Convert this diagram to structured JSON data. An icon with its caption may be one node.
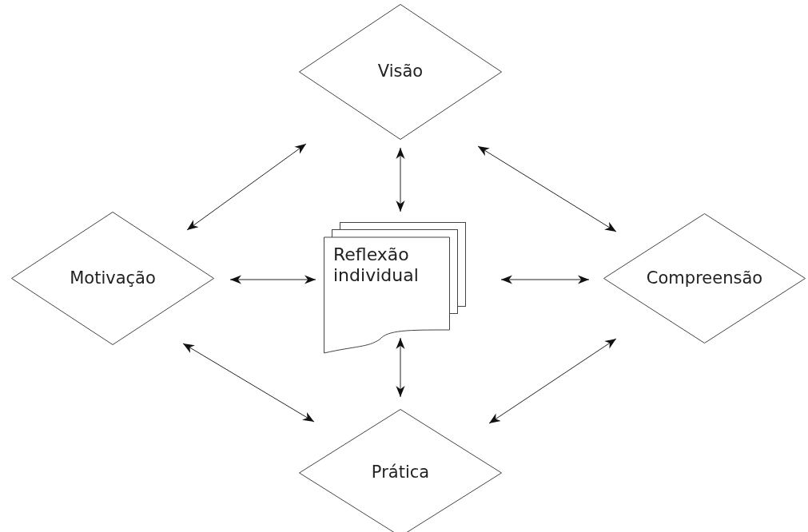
{
  "diagram": {
    "nodes": [
      {
        "text": [
          "Visão"
        ]
      },
      {
        "text": [
          "Motivação"
        ]
      },
      {
        "text": [
          "Reflexão individual"
        ]
      },
      {
        "text": [
          "Compreensão"
        ]
      },
      {
        "text": [
          "Prática"
        ]
      }
    ],
    "edges": [
      {
        "from": 0,
        "to": 1,
        "arrow": "both"
      },
      {
        "from": 0,
        "to": 2,
        "arrow": "both"
      },
      {
        "from": 0,
        "to": 3,
        "arrow": "both"
      },
      {
        "from": 1,
        "to": 2,
        "arrow": "both"
      },
      {
        "from": 2,
        "to": 3,
        "arrow": "both"
      },
      {
        "from": 1,
        "to": 4,
        "arrow": "both"
      },
      {
        "from": 2,
        "to": 4,
        "arrow": "both"
      },
      {
        "from": 3,
        "to": 4,
        "arrow": "both"
      }
    ]
  }
}
